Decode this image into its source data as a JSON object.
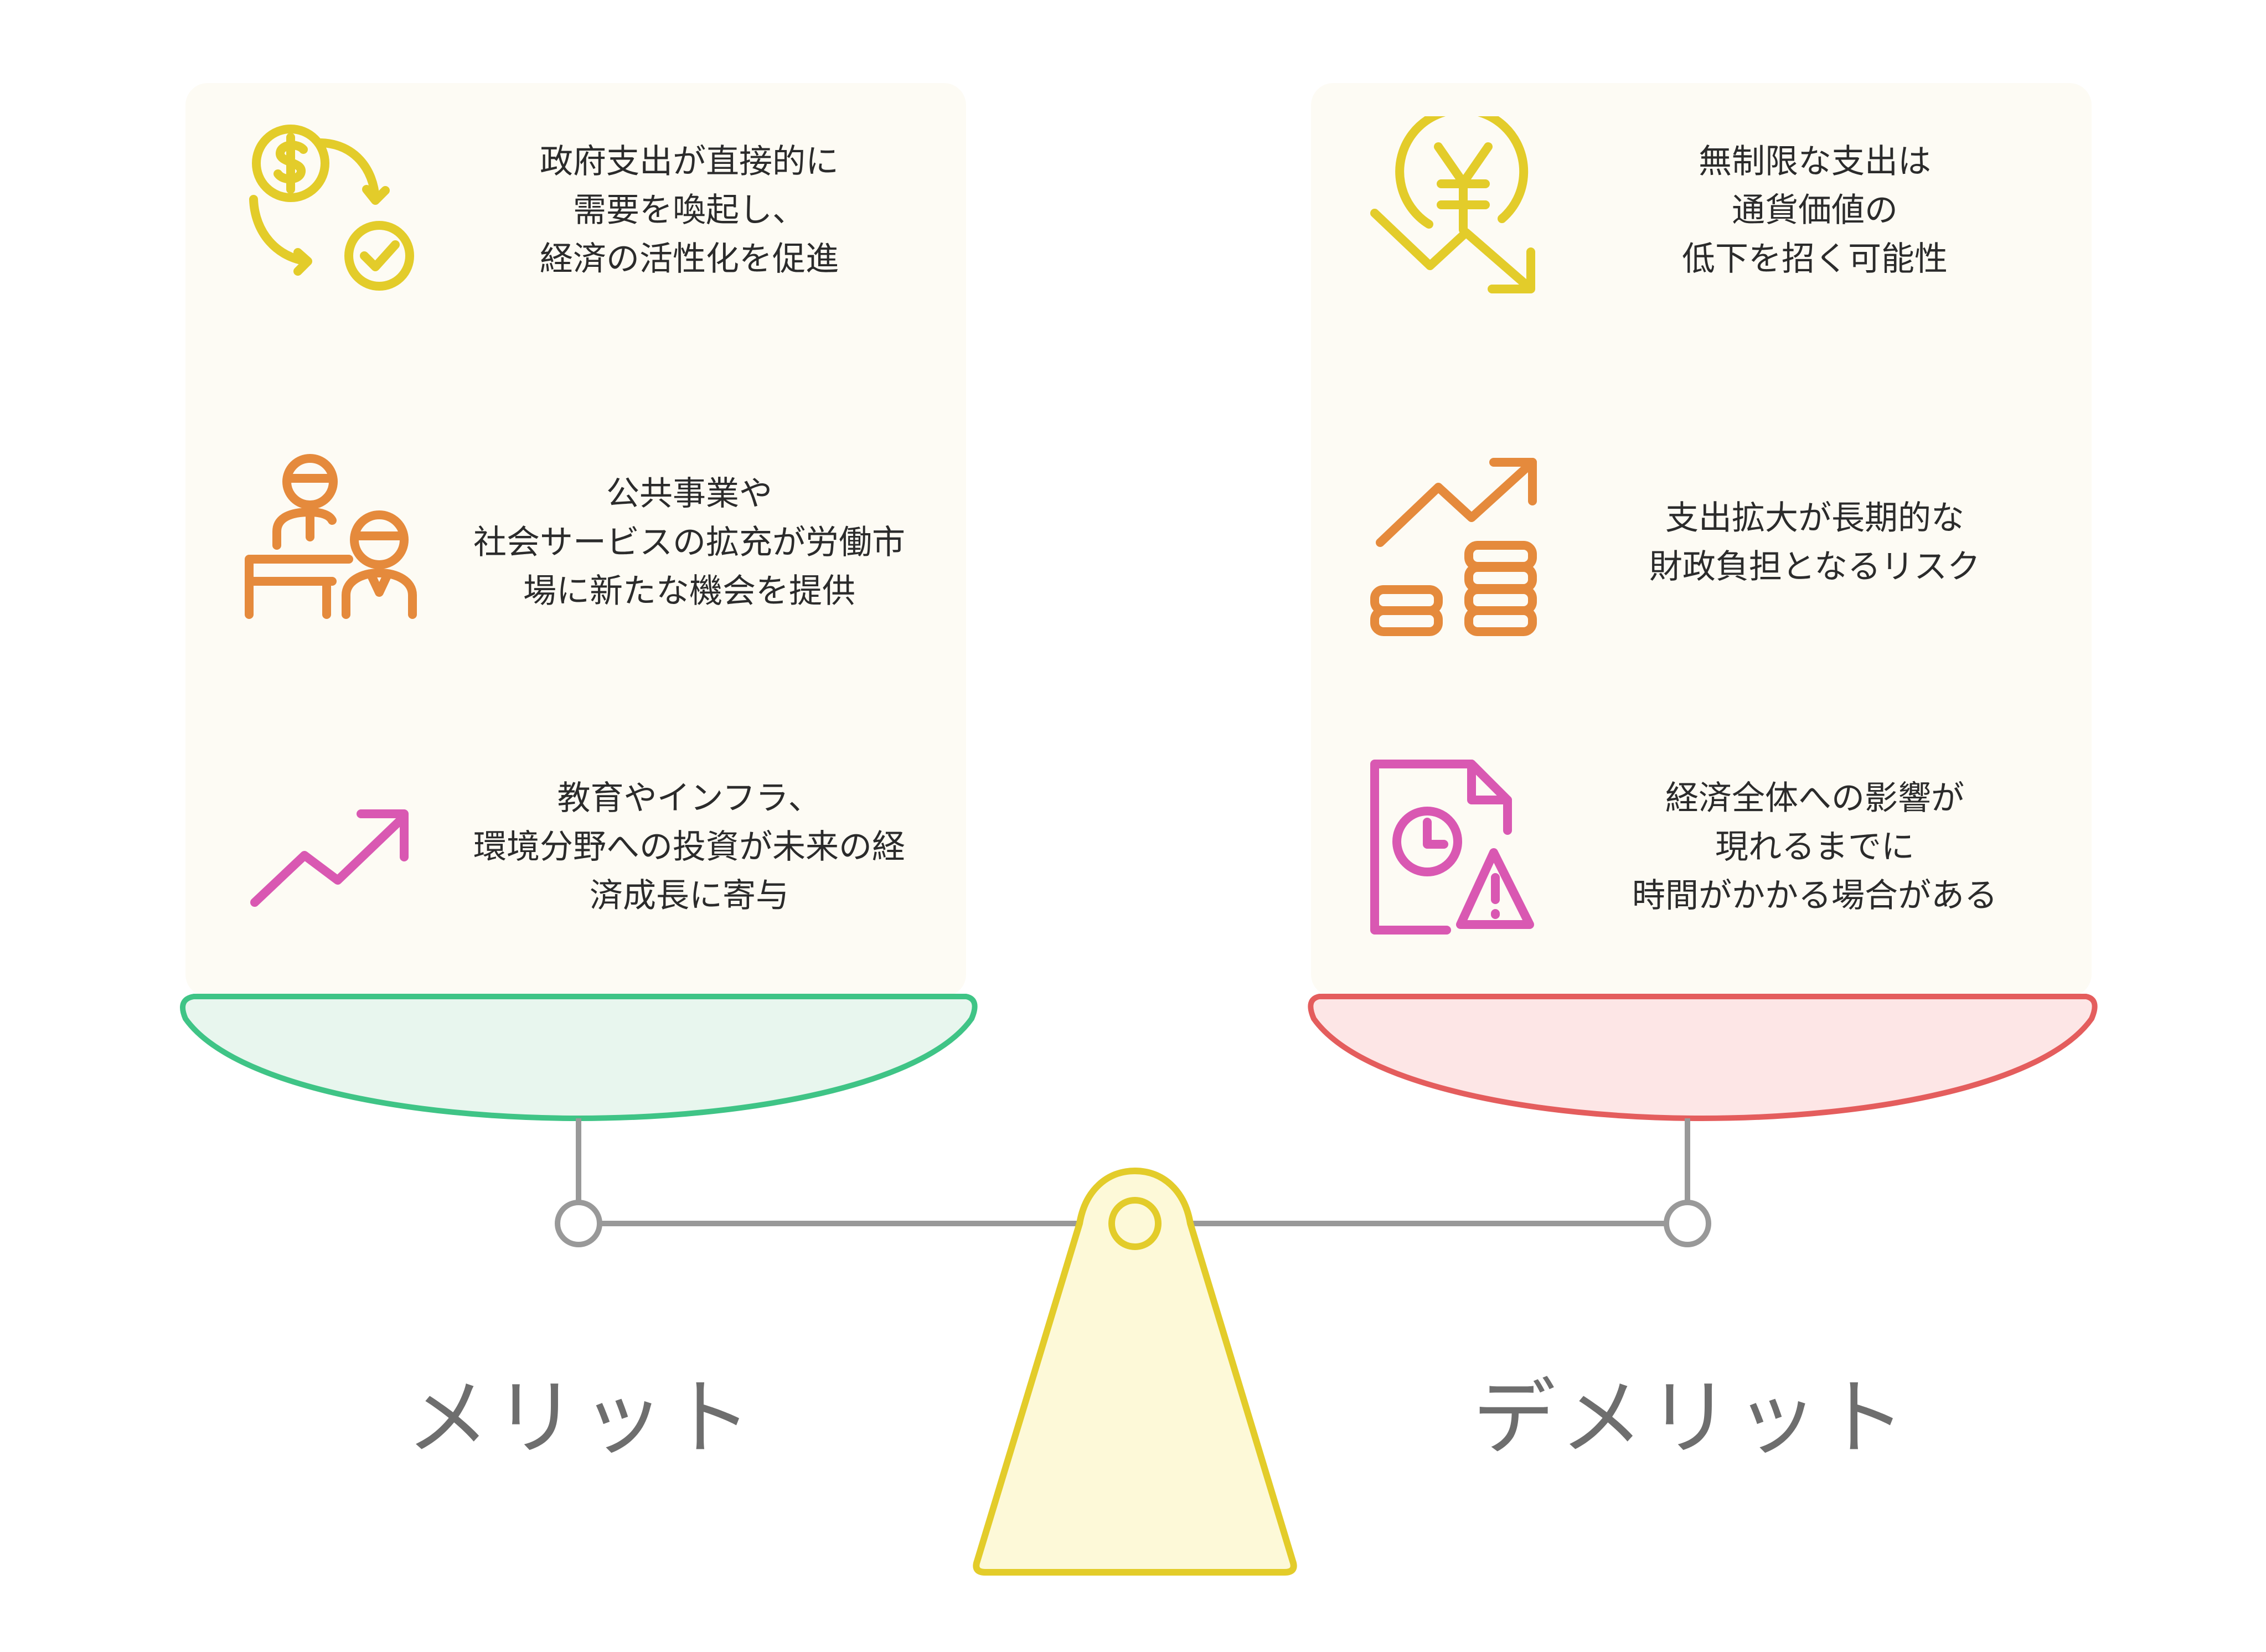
{
  "merits": {
    "label": "メリット",
    "items": [
      {
        "icon": "money-cycle-check-icon",
        "text": "政府支出が直接的に\n需要を喚起し、\n経済の活性化を促進"
      },
      {
        "icon": "people-working-icon",
        "text": "公共事業や\n社会サービスの拡充が労働市\n場に新たな機会を提供"
      },
      {
        "icon": "trend-up-icon",
        "text": "教育やインフラ、\n環境分野への投資が未来の経\n済成長に寄与"
      }
    ]
  },
  "demerits": {
    "label": "デメリット",
    "items": [
      {
        "icon": "yen-decline-icon",
        "text": "無制限な支出は\n通貨価値の\n低下を招く可能性"
      },
      {
        "icon": "coins-growth-icon",
        "text": "支出拡大が長期的な\n財政負担となるリスク"
      },
      {
        "icon": "clock-warning-document-icon",
        "text": "経済全体への影響が\n現れるまでに\n時間がかかる場合がある"
      }
    ]
  },
  "colors": {
    "yellow": "#e3cc2a",
    "orange": "#e58a3c",
    "pink": "#d958b2",
    "green": "#3fc486",
    "red": "#e45d5d",
    "gray": "#999999"
  }
}
